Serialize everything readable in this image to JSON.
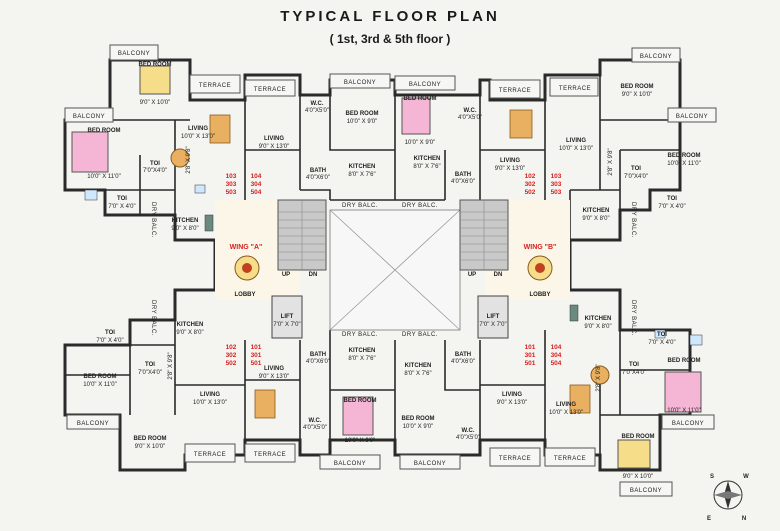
{
  "title": "TYPICAL FLOOR PLAN",
  "subtitle": "( 1st, 3rd & 5th  floor )",
  "labels": {
    "balcony": "BALCONY",
    "terrace": "TERRACE",
    "bedroom": "BED ROOM",
    "living": "LIVING",
    "kitchen": "KITCHEN",
    "toi": "TOI",
    "wc": "W.C.",
    "bath": "BATH",
    "dry_balc": "DRY BALC.",
    "lobby": "LOBBY",
    "lift": "LIFT",
    "up": "UP",
    "dn": "DN",
    "wing_a": "WING \"A\"",
    "wing_b": "WING \"B\""
  },
  "dims": {
    "bed_9x10": "9'0\" X 10'0\"",
    "bed_10x11": "10'0\" X 11'0\"",
    "bed_10x9": "10'0\" X 9'0\"",
    "bed_10x9_b": "10'0\" X 9'0\"",
    "living_10x13": "10'0\" X 13'0\"",
    "living_9x13": "9'0\" X 13'0\"",
    "kitchen_9x8": "9'0\" X 8'0\"",
    "kitchen_8x76": "8'0\" X 7'6\"",
    "toi_7x4": "7'0\" X 4'0\"",
    "toi_7x40": "7'0\"X4'0\"",
    "wc_4x5": "4'0\"X5'0\"",
    "bath_4x6": "4'0\"X6'0\"",
    "lift_7x7": "7'0\" X 7'0\"",
    "dining_28x98": "2'8\" X 9'8\""
  },
  "flat_numbers": {
    "wingA_top_left": [
      "103",
      "303",
      "503"
    ],
    "wingA_top_right": [
      "104",
      "304",
      "504"
    ],
    "wingB_top_left": [
      "102",
      "302",
      "502"
    ],
    "wingB_top_right": [
      "103",
      "303",
      "503"
    ],
    "wingA_bot_left": [
      "102",
      "302",
      "502"
    ],
    "wingA_bot_right": [
      "101",
      "301",
      "501"
    ],
    "wingB_bot_left": [
      "101",
      "301",
      "501"
    ],
    "wingB_bot_right": [
      "104",
      "304",
      "504"
    ]
  },
  "compass": [
    "N",
    "S",
    "E",
    "W"
  ],
  "colors": {
    "wall": "#2a2a2a",
    "flat_numbers": "#d62020",
    "wing_labels": "#d62020",
    "bed_pink": "#f4b6d4",
    "bed_yellow": "#f6dd8a",
    "sofa": "#e8b060",
    "stair": "#9a9a9a",
    "lobby": "#fbf6e8"
  }
}
